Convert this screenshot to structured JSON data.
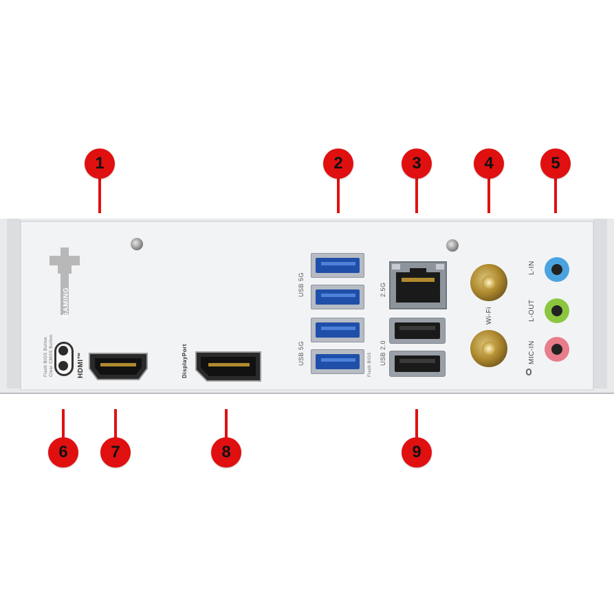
{
  "callouts": [
    "1",
    "2",
    "3",
    "4",
    "5",
    "6",
    "7",
    "8",
    "9"
  ],
  "labels": {
    "gaming": "GAMING",
    "flash_bios": "Flash BIOS Button",
    "clear_cmos": "Clear CMOS Button",
    "hdmi": "HDMI™",
    "displayport": "DisplayPort",
    "usb5g_top": "USB 5G",
    "usb5g_bottom": "USB 5G",
    "flash_bios_port": "Flash BIOS",
    "lan": "2.5G",
    "usb20": "USB 2.0",
    "wifi": "Wi-Fi",
    "line_in": "L-IN",
    "line_out": "L-OUT",
    "mic_in": "MIC-IN"
  },
  "colors": {
    "callout": "#e01010",
    "line_in": "#4aa3df",
    "line_out": "#8cc63f",
    "mic_in": "#e87c8a"
  }
}
